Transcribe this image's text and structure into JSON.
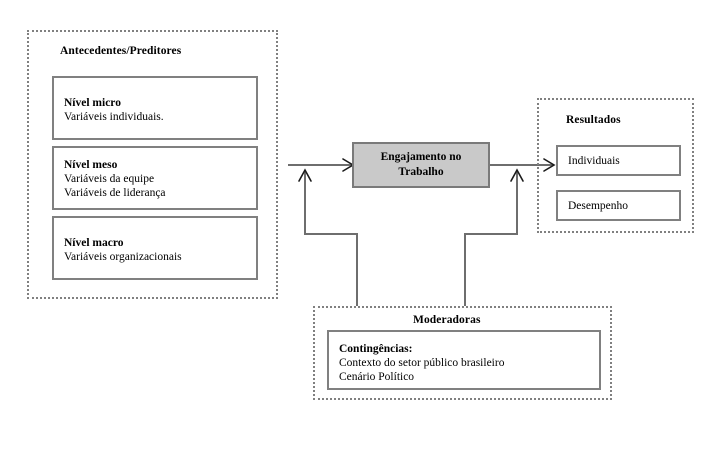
{
  "diagram": {
    "antecedents": {
      "title": "Antecedentes/Preditores",
      "levels": [
        {
          "name": "Nível micro",
          "detail_1": "Variáveis individuais.",
          "detail_2": ""
        },
        {
          "name": "Nível meso",
          "detail_1": "Variáveis da equipe",
          "detail_2": "Variáveis de liderança"
        },
        {
          "name": "Nível macro",
          "detail_1": "Variáveis organizacionais",
          "detail_2": ""
        }
      ]
    },
    "core": {
      "label": "Engajamento no\nTrabalho",
      "fill_color": "#c9c9c9",
      "border_color": "#7a7a7a"
    },
    "outcomes": {
      "title": "Resultados",
      "items": [
        {
          "label": "Individuais"
        },
        {
          "label": "Desempenho"
        }
      ]
    },
    "moderators": {
      "title": "Moderadoras",
      "heading": "Contingências:",
      "detail_1": "Contexto do setor público brasileiro",
      "detail_2": "Cenário Político"
    }
  }
}
